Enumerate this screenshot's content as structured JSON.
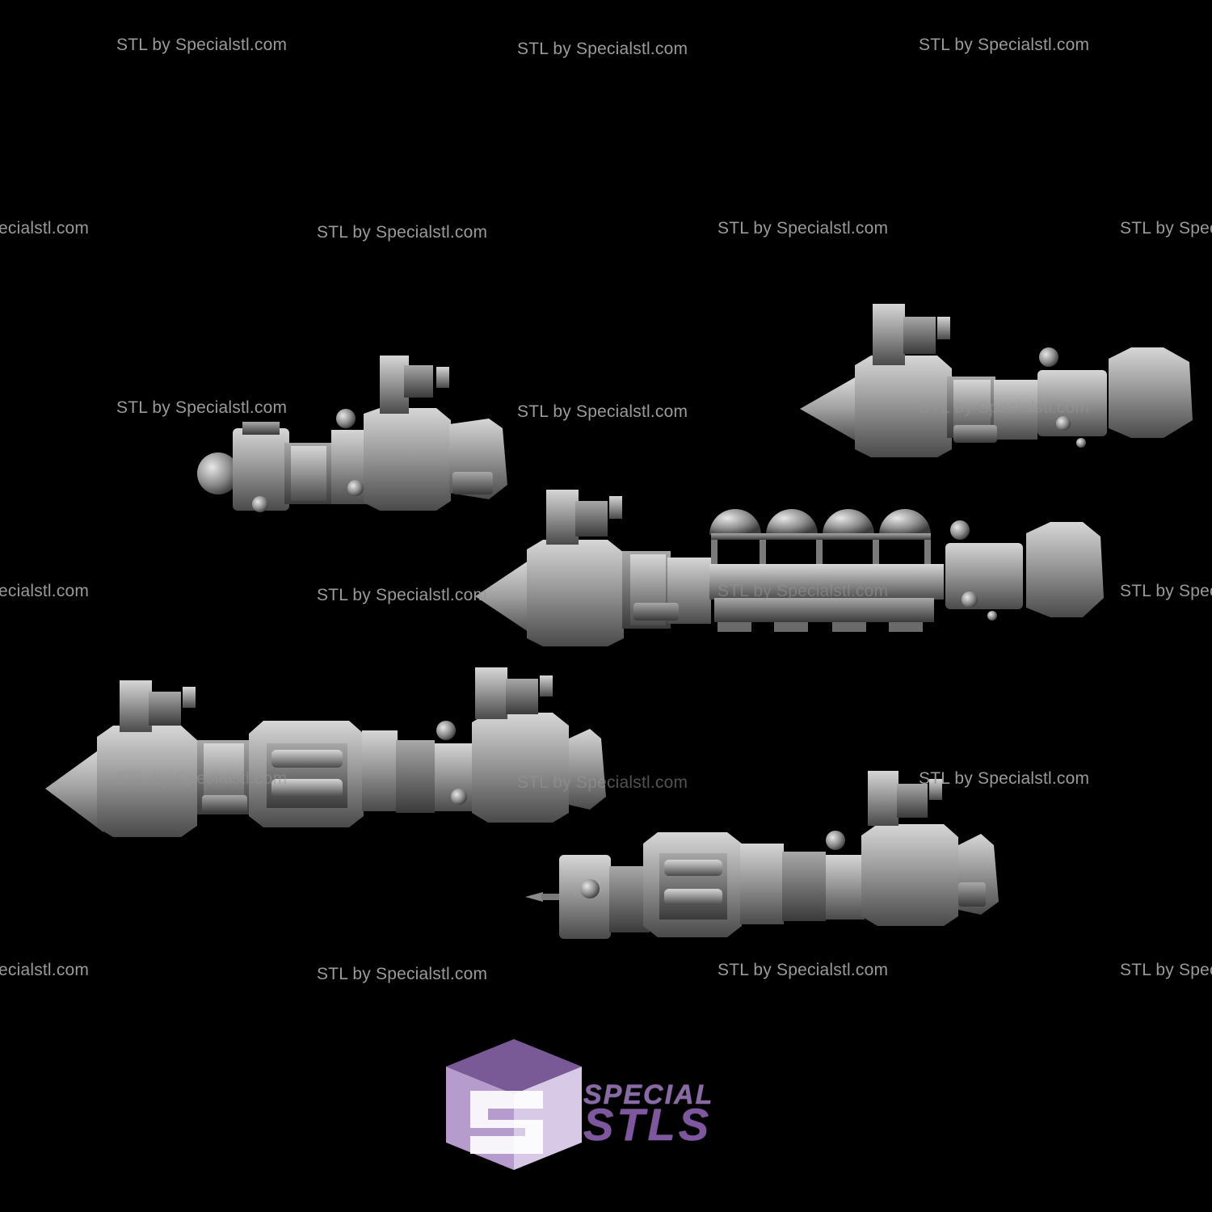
{
  "watermark": {
    "text": "STL by Specialstl.com",
    "left_clip": "ecialstl.com",
    "right_clip": "STL by Spec"
  },
  "logo": {
    "line1": "SPECIAL",
    "line2": "STLS",
    "cube_colors": [
      "#7a5a96",
      "#b59ccc",
      "#d8c9e6"
    ]
  },
  "scene": {
    "background": "#000000",
    "model_color": "#9c9c9c",
    "ships": [
      "ship-small-left",
      "ship-small-right",
      "ship-tanker",
      "ship-long-left",
      "ship-long-right"
    ]
  }
}
